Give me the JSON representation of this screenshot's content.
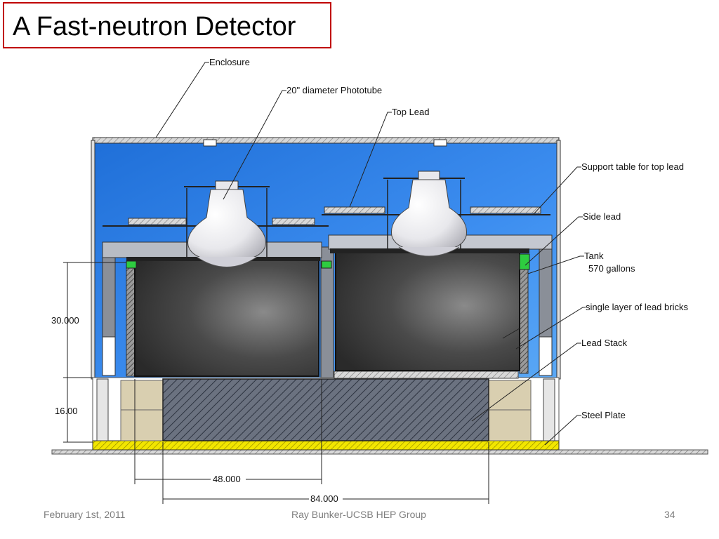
{
  "slide": {
    "title": "A Fast-neutron Detector",
    "footer_left": "February 1st, 2011",
    "footer_center": "Ray Bunker-UCSB HEP Group",
    "footer_right": "34"
  },
  "labels": {
    "enclosure": "Enclosure",
    "phototube": "20\" diameter Phototube",
    "top_lead": "Top Lead",
    "support_table": "Support table for top lead",
    "side_lead": "Side lead",
    "tank_line1": "Tank",
    "tank_line2": "570 gallons",
    "lead_bricks": "single layer of lead bricks",
    "lead_stack": "Lead Stack",
    "steel_plate": "Steel Plate"
  },
  "dimensions": {
    "height_tank": "30.000",
    "height_stack": "16.00",
    "width_tank": "48.000",
    "width_stack": "84.000"
  },
  "colors": {
    "title_border": "#c00000",
    "enclosure_blue": "#2f7fe0",
    "tank_dark": "#3a3a3a",
    "steel_plate_yellow": "#f2e600",
    "block_beige": "#d9cfb0",
    "green_marker": "#2ecc40"
  }
}
